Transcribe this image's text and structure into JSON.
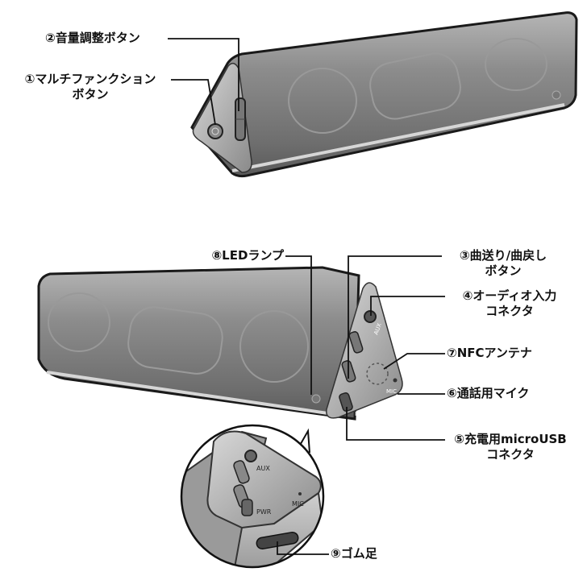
{
  "top_view": {
    "callouts": [
      {
        "id": "multifunction",
        "text": "①マルチファンクション",
        "text2": "ボタン"
      },
      {
        "id": "volume",
        "text": "②音量調整ボタン"
      }
    ]
  },
  "bottom_view": {
    "callouts": [
      {
        "id": "led",
        "text": "⑧LEDランプ"
      },
      {
        "id": "track",
        "text": "③曲送り/曲戻し",
        "text2": "ボタン"
      },
      {
        "id": "audio-in",
        "text": "④オーディオ入力",
        "text2": "コネクタ"
      },
      {
        "id": "nfc",
        "text": "⑦NFCアンテナ"
      },
      {
        "id": "mic",
        "text": "⑥通話用マイク"
      },
      {
        "id": "usb",
        "text": "⑤充電用microUSB",
        "text2": "コネクタ"
      },
      {
        "id": "rubber-foot",
        "text": "⑨ゴム足"
      }
    ],
    "port_labels": {
      "aux": "AUX",
      "pwr": "PWR",
      "mic": "MIC"
    }
  },
  "colors": {
    "body": "#7d7d7d",
    "body_dark": "#555555",
    "outline": "#1a1a1a",
    "leader": "#111111"
  }
}
